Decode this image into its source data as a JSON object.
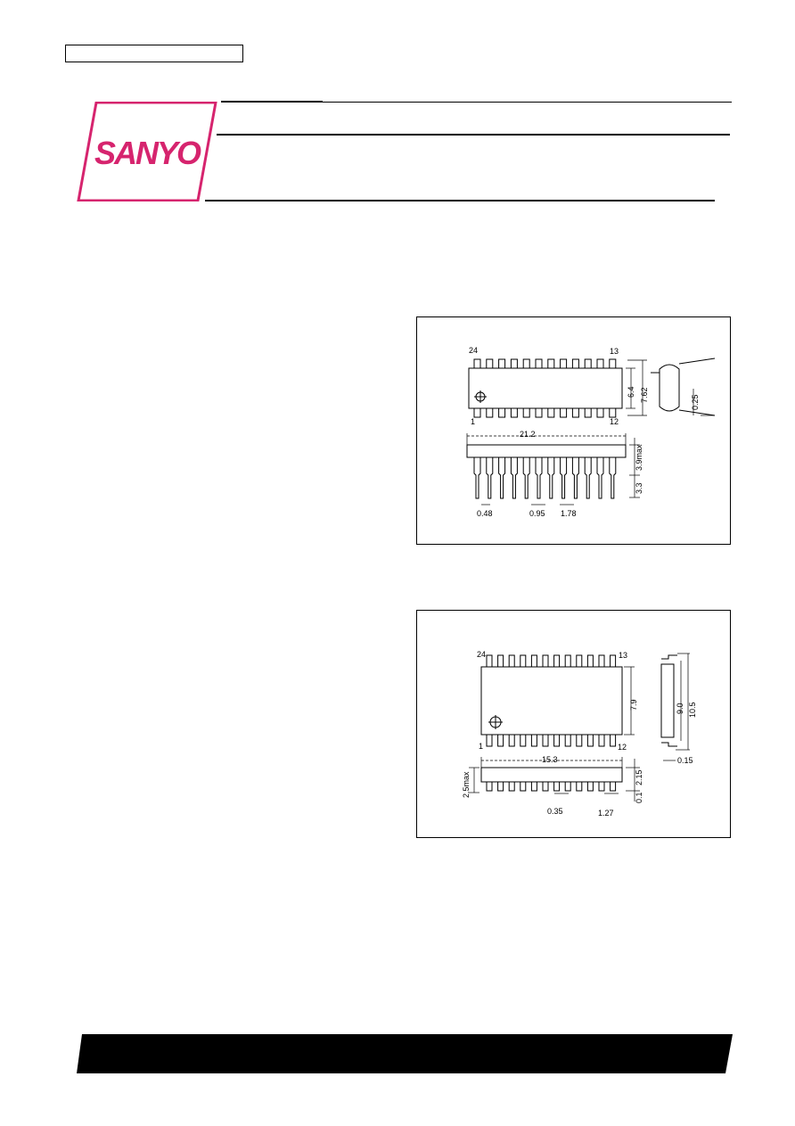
{
  "header": {
    "brand": "SANYO",
    "ordering_number": "",
    "colors": {
      "logo": "#d6246e",
      "ink": "#000000"
    }
  },
  "package1": {
    "pin_first": "1",
    "pin_last_bottom": "12",
    "pin_first_top": "24",
    "pin_last_top": "13",
    "dims": {
      "length": "21.2",
      "body_width": "6.4",
      "row_spacing": "7.62",
      "lead_thickness": "0.25",
      "height_max": "3.9max",
      "lead_length": "3.3",
      "lead_width": "0.48",
      "lead_shoulder": "0.95",
      "pitch": "1.78"
    }
  },
  "package2": {
    "pin_first": "1",
    "pin_last_bottom": "12",
    "pin_first_top": "24",
    "pin_last_top": "13",
    "dims": {
      "length": "15.3",
      "body_width": "7.9",
      "body_width2": "9.0",
      "total_width": "10.5",
      "lead_thickness": "0.15",
      "height_max": "2.5max",
      "body_height": "2.15",
      "standoff": "0.1",
      "lead_width": "0.35",
      "pitch": "1.27"
    }
  }
}
